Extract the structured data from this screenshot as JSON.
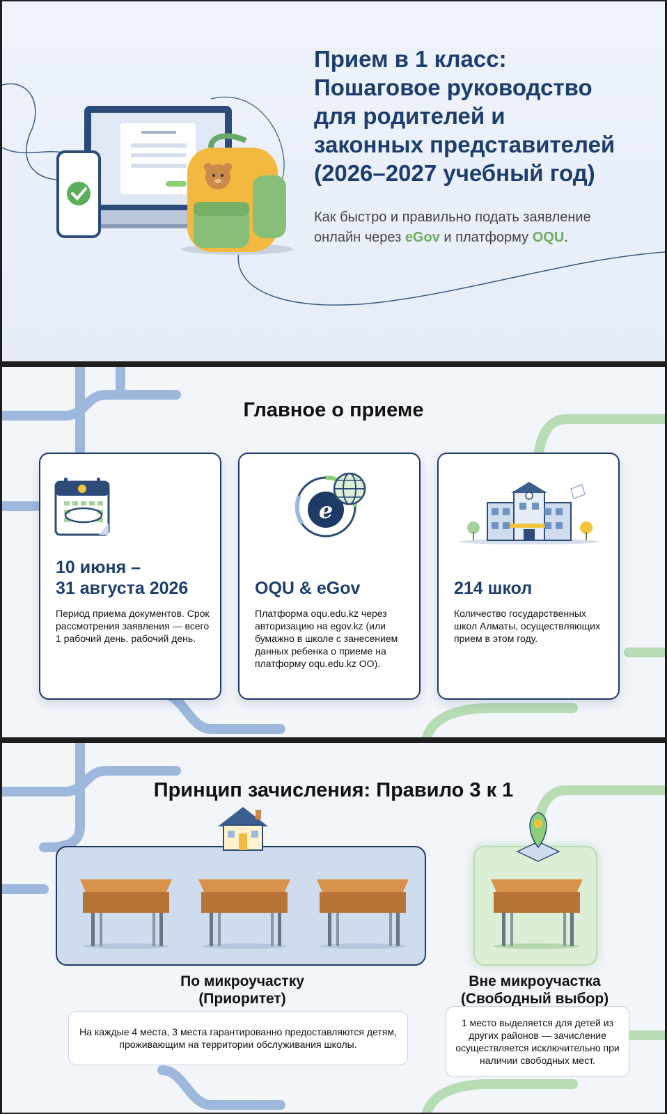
{
  "hero": {
    "title_lines": [
      "Прием в 1 класс:",
      "Пошаговое руководство",
      "для родителей и",
      "законных представителей",
      "(2026–2027 учебный год)"
    ],
    "subtitle_part1": "Как быстро и правильно подать заявление",
    "subtitle_part2": "онлайн через ",
    "subtitle_egov": "eGov",
    "subtitle_part3": " и платформу ",
    "subtitle_oqu": "OQU",
    "subtitle_end": "."
  },
  "main": {
    "title": "Главное о приеме",
    "cards": [
      {
        "head_line1": "10 июня –",
        "head_line2": "31 августа 2026",
        "body": "Период приема документов. Срок рассмотрения заявления — всего 1 рабочий день. рабочий день.",
        "icon": "calendar-icon"
      },
      {
        "head_line1": "OQU & eGov",
        "head_line2": "",
        "body": "Платформа oqu.edu.kz через авторизацию на egov.kz (или бумажно в школе с занесением данных ребенка о приеме на платформу oqu.edu.kz ОО).",
        "icon": "egov-globe-icon"
      },
      {
        "head_line1": "214 школ",
        "head_line2": "",
        "body": "Количество государственных школ Алматы, осуществляющих прием в этом году.",
        "icon": "school-building-icon"
      }
    ]
  },
  "rule": {
    "title": "Принцип зачисления: Правило 3 к 1",
    "left_label_line1": "По микроучастку",
    "left_label_line2": "(Приоритет)",
    "left_note": "На каждые 4 места, 3 места гарантированно предоставляются детям, проживающим на территории обслуживания школы.",
    "right_label_line1": "Вне микроучастка",
    "right_label_line2": "(Свободный выбор)",
    "right_note": "1 место выделяется для детей из других районов — зачисление осуществляется исключительно при наличии свободных мест."
  },
  "colors": {
    "navy": "#1c3d6e",
    "accent_green": "#6cae5c",
    "blue_box": "#cfdcee",
    "green_box": "#dcefd6"
  }
}
